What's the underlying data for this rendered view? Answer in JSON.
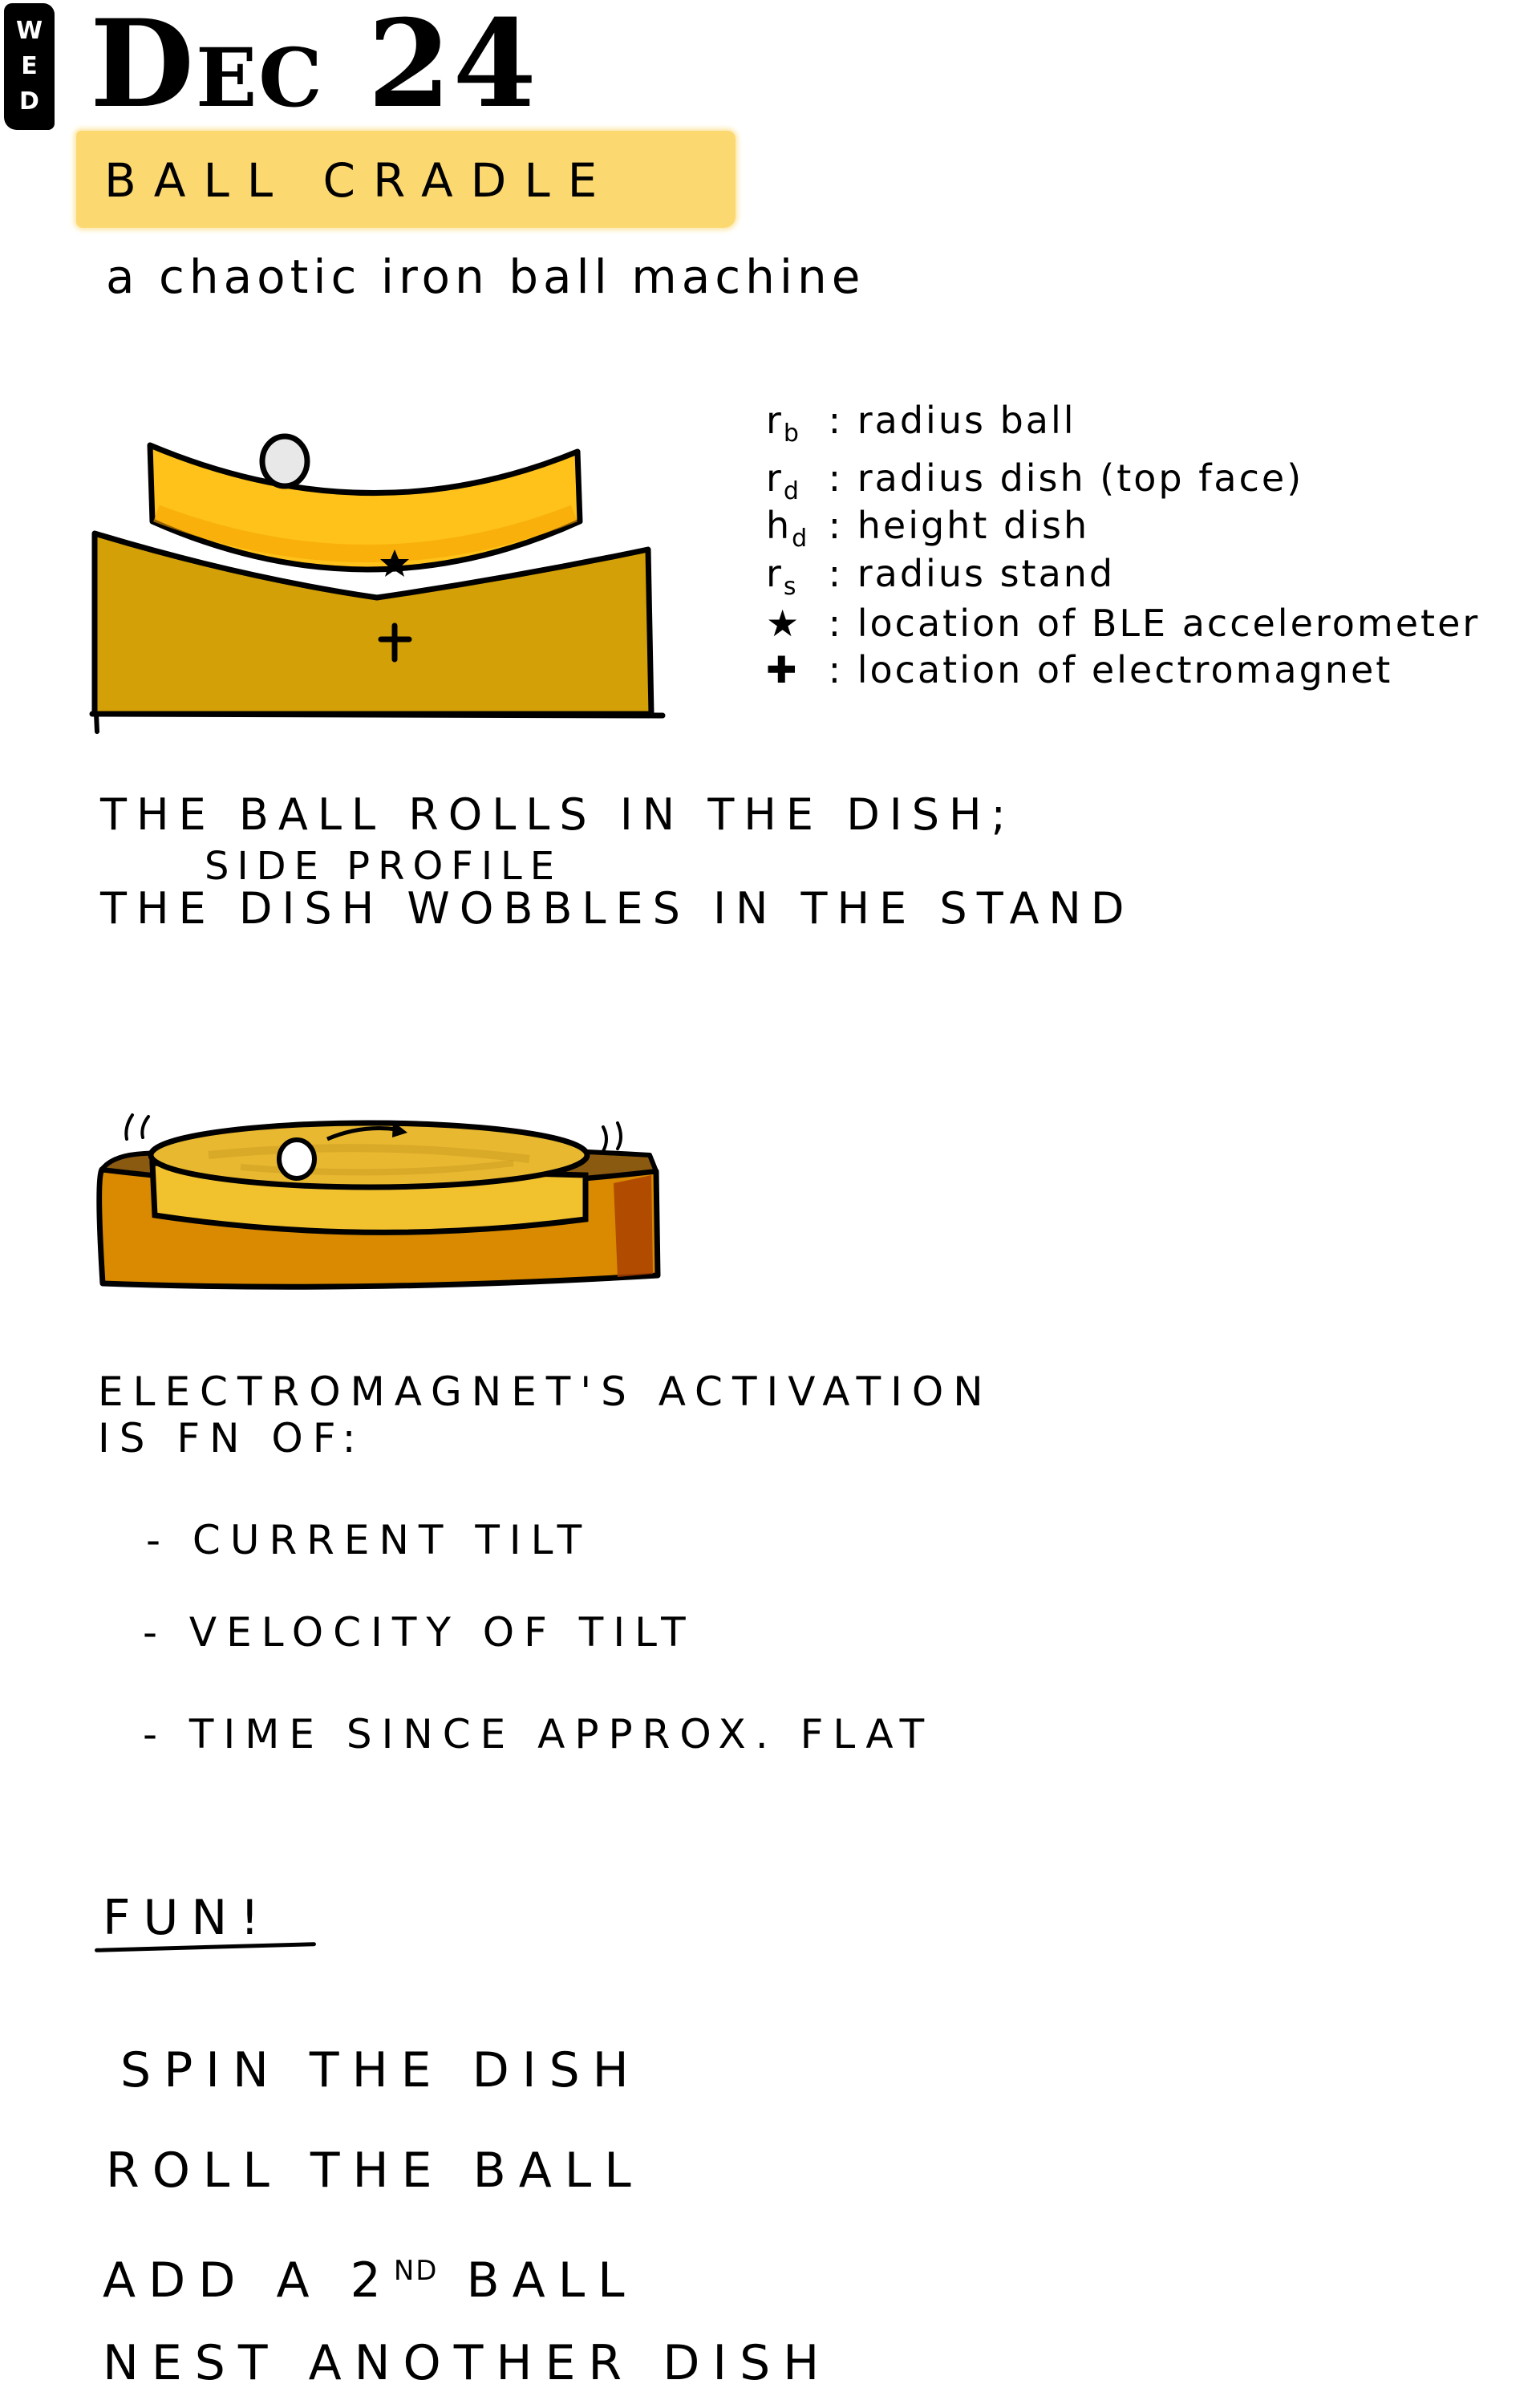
{
  "header": {
    "day": [
      "W",
      "E",
      "D"
    ],
    "date_main": "D",
    "date_small": "EC",
    "date_day": "24"
  },
  "project": {
    "title": "BALL CRADLE",
    "subtitle": "a chaotic iron ball machine",
    "highlight_color": "#FCD970"
  },
  "side_profile": {
    "caption": "SIDE PROFILE",
    "colors": {
      "dish": "#FFC21A",
      "dish_shadow": "#F5A300",
      "stand": "#D4A007",
      "ball": "#E8E8E8"
    },
    "markers": {
      "accelerometer": "star-icon",
      "electromagnet": "plus-icon"
    }
  },
  "legend": [
    {
      "symbol": "r",
      "sub": "b",
      "text": "radius ball"
    },
    {
      "symbol": "r",
      "sub": "d",
      "text": "radius dish (top face)"
    },
    {
      "symbol": "h",
      "sub": "d",
      "text": "height dish"
    },
    {
      "symbol": "r",
      "sub": "s",
      "text": "radius stand"
    },
    {
      "symbol": "★",
      "sub": "",
      "text": "location of BLE accelerometer"
    },
    {
      "symbol": "✚",
      "sub": "",
      "text": "location of electromagnet"
    }
  ],
  "description": [
    "THE BALL ROLLS IN THE DISH;",
    "THE DISH WOBBLES IN THE STAND"
  ],
  "perspective_drawing": {
    "colors": {
      "dish": "#E8B830",
      "dish_rim": "#F2C12E",
      "stand_front": "#D98A00",
      "stand_top": "#8A5A10",
      "stand_shade": "#A84000",
      "ball": "#FFFFFF"
    }
  },
  "activation": {
    "heading_line1": "ELECTROMAGNET'S ACTIVATION",
    "heading_line2": "IS FN OF:",
    "factors": [
      "- CURRENT TILT",
      "- VELOCITY OF TILT",
      "- TIME SINCE APPROX. FLAT"
    ]
  },
  "fun": {
    "heading": "FUN!",
    "ideas": [
      {
        "text": "SPIN THE DISH"
      },
      {
        "text": "ROLL THE BALL"
      },
      {
        "pre": "ADD A 2",
        "sup": "ND",
        "post": " BALL"
      },
      {
        "text": "NEST ANOTHER DISH"
      }
    ]
  }
}
